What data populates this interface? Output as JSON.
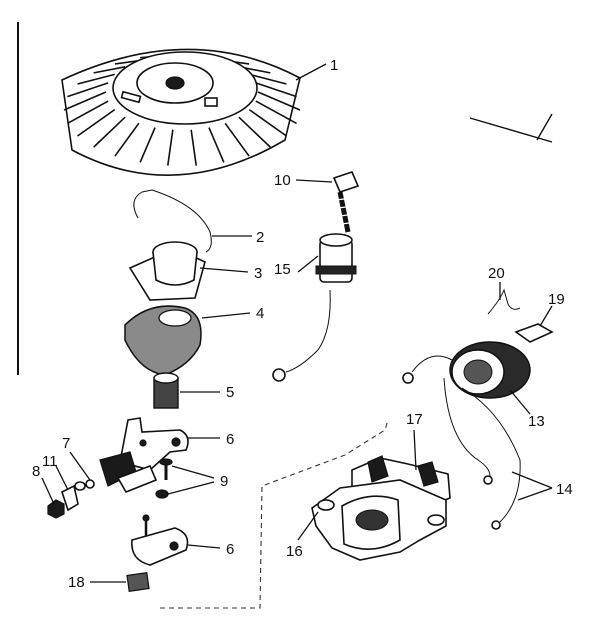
{
  "parts": [
    {
      "id": "flywheel",
      "number": "1"
    },
    {
      "id": "spring-clip",
      "number": "2"
    },
    {
      "id": "bracket-sleeve",
      "number": "3"
    },
    {
      "id": "gasket",
      "number": "4"
    },
    {
      "id": "bushing",
      "number": "5"
    },
    {
      "id": "arm-upper",
      "number": "6"
    },
    {
      "id": "arm-lower",
      "number": "6"
    },
    {
      "id": "washer-7",
      "number": "7"
    },
    {
      "id": "nut",
      "number": "8"
    },
    {
      "id": "screws",
      "number": "9"
    },
    {
      "id": "screw",
      "number": "10"
    },
    {
      "id": "terminal",
      "number": "11"
    },
    {
      "id": "coil",
      "number": "13"
    },
    {
      "id": "leads",
      "number": "14"
    },
    {
      "id": "condenser",
      "number": "15"
    },
    {
      "id": "base-plate",
      "number": "16"
    },
    {
      "id": "housing",
      "number": "17"
    },
    {
      "id": "felt",
      "number": "18"
    },
    {
      "id": "clip-19",
      "number": "19"
    },
    {
      "id": "spring-20",
      "number": "20"
    }
  ],
  "colors": {
    "ink": "#111111",
    "paper": "#ffffff"
  }
}
